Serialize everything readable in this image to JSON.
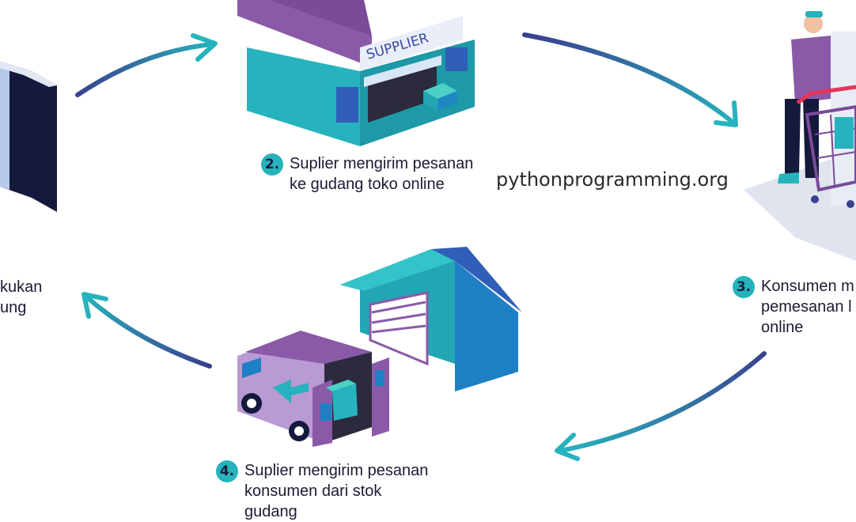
{
  "watermark": "pythonprogramming.org",
  "steps": [
    {
      "number": "2.",
      "lines": [
        "Suplier mengirim pesanan",
        "ke gudang toko online"
      ]
    },
    {
      "number": "3.",
      "lines": [
        "Konsumen m",
        "pemesanan l",
        "online"
      ]
    },
    {
      "number": "4.",
      "lines": [
        "Suplier mengirim pesanan",
        "konsumen dari stok",
        "gudang"
      ]
    }
  ],
  "left_partial": [
    "kukan",
    "ung"
  ],
  "supplier_sign": "SUPPLIER",
  "colors": {
    "teal": "#26b3bd",
    "navy": "#3a3f8f",
    "purple": "#8a5aa8",
    "dark_navy": "#151a3c",
    "blue": "#1f7fc4"
  }
}
